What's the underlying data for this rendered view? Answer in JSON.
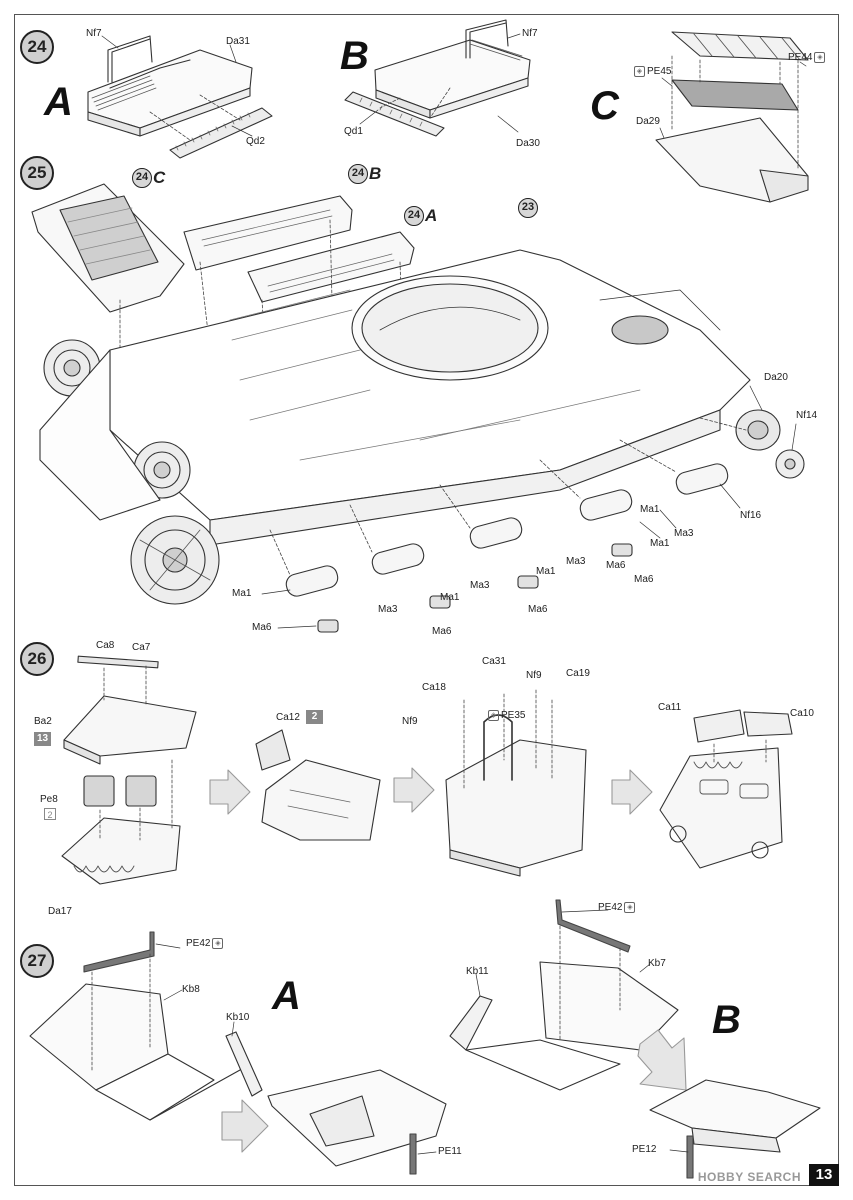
{
  "steps": {
    "s24": "24",
    "s25": "25",
    "s26": "26",
    "s27": "27"
  },
  "letters": {
    "s24_a": "A",
    "s24_b": "B",
    "s24_c": "C",
    "s27_a": "A",
    "s27_b": "B"
  },
  "refs": {
    "r1": {
      "num": "24",
      "let": "C"
    },
    "r2": {
      "num": "24",
      "let": "B"
    },
    "r3": {
      "num": "24",
      "let": "A"
    },
    "r4": {
      "num": "23",
      "let": ""
    }
  },
  "labels": {
    "s24a_nf7": "Nf7",
    "s24a_da31": "Da31",
    "s24a_qd2": "Qd2",
    "s24b_nf7": "Nf7",
    "s24b_qd1": "Qd1",
    "s24b_da30": "Da30",
    "s24c_pe45": "PE45",
    "s24c_pe44": "PE44",
    "s24c_da29": "Da29",
    "s25_da20": "Da20",
    "s25_nf14": "Nf14",
    "s25_nf16": "Nf16",
    "s25_ma3_a": "Ma3",
    "s25_ma1_a": "Ma1",
    "s25_ma6_a": "Ma6",
    "s25_ma3_b": "Ma3",
    "s25_ma1_b": "Ma1",
    "s25_ma6_b": "Ma6",
    "s25_ma3_c": "Ma3",
    "s25_ma1_c": "Ma1",
    "s25_ma6_c": "Ma6",
    "s25_ma1_d": "Ma1",
    "s25_ma3_d": "Ma3",
    "s25_ma6_d": "Ma6",
    "s25_ma1_e": "Ma1",
    "s25_ma6_e": "Ma6",
    "s26_ca8": "Ca8",
    "s26_ca7": "Ca7",
    "s26_ba2": "Ba2",
    "s26_pe8": "Pe8",
    "s26_da17": "Da17",
    "s26_ca12": "Ca12",
    "s26_ca31": "Ca31",
    "s26_ca18": "Ca18",
    "s26_nf9_a": "Nf9",
    "s26_ca19": "Ca19",
    "s26_nf9_b": "Nf9",
    "s26_pe35": "PE35",
    "s26_ca11": "Ca11",
    "s26_ca10": "Ca10",
    "s27_pe42_a": "PE42",
    "s27_kb8": "Kb8",
    "s27_kb10": "Kb10",
    "s27_pe11": "PE11",
    "s27_pe42_b": "PE42",
    "s27_kb11": "Kb11",
    "s27_kb7": "Kb7",
    "s27_pe12": "PE12"
  },
  "sprues": {
    "ba2_sprue": "13",
    "ca12_sprue": "2",
    "pe8_qty": "2"
  },
  "page_number": "13",
  "watermark": "HOBBY SEARCH"
}
